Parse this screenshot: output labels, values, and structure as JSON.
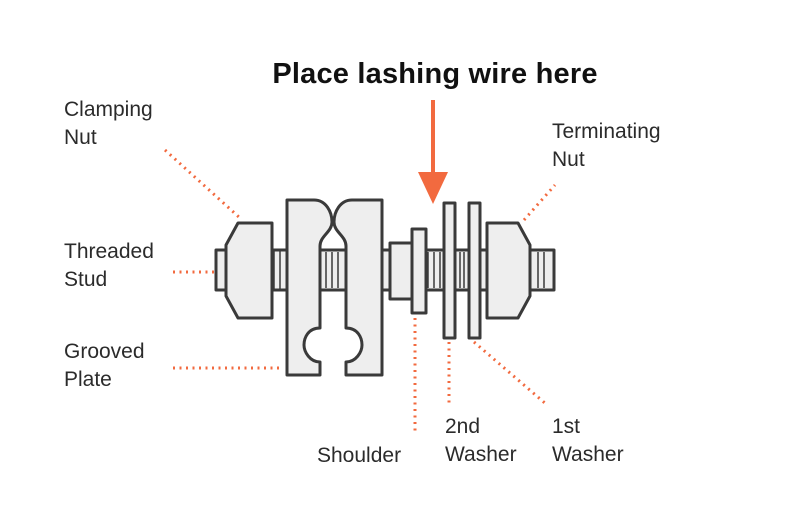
{
  "title": "Place lashing wire here",
  "labels": {
    "clamping_nut": [
      "Clamping",
      "Nut"
    ],
    "threaded_stud": [
      "Threaded",
      "Stud"
    ],
    "grooved_plate": [
      "Grooved",
      "Plate"
    ],
    "shoulder": [
      "Shoulder"
    ],
    "second_washer": [
      "2nd",
      "Washer"
    ],
    "first_washer": [
      "1st",
      "Washer"
    ],
    "terminating_nut": [
      "Terminating",
      "Nut"
    ]
  },
  "colors": {
    "accent": "#f26a3f",
    "stroke": "#3a3a3a",
    "fill": "#eeeeee"
  }
}
